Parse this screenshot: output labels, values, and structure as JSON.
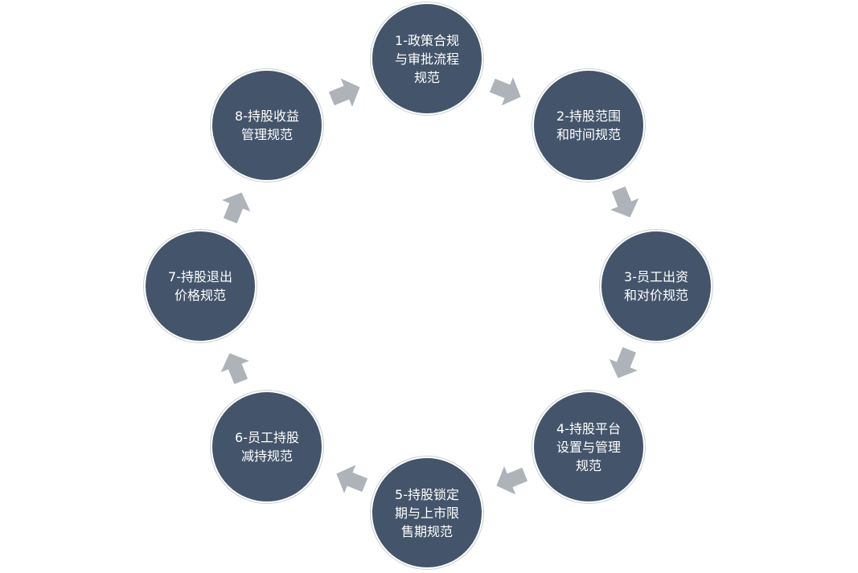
{
  "colors": {
    "node_fill": "#44546a",
    "node_text": "#ffffff",
    "arrow_fill": "#aeb3ba",
    "background": "#ffffff"
  },
  "nodes": [
    {
      "label": "1-政策合规\n与审批流程\n规范"
    },
    {
      "label": "2-持股范围\n和时间规范"
    },
    {
      "label": "3-员工出资\n和对价规范"
    },
    {
      "label": "4-持股平台\n设置与管理\n规范"
    },
    {
      "label": "5-持股锁定\n期与上市限\n售期规范"
    },
    {
      "label": "6-员工持股\n减持规范"
    },
    {
      "label": "7-持股退出\n价格规范"
    },
    {
      "label": "8-持股收益\n管理规范"
    }
  ],
  "arrow_icon": "block-arrow-icon"
}
